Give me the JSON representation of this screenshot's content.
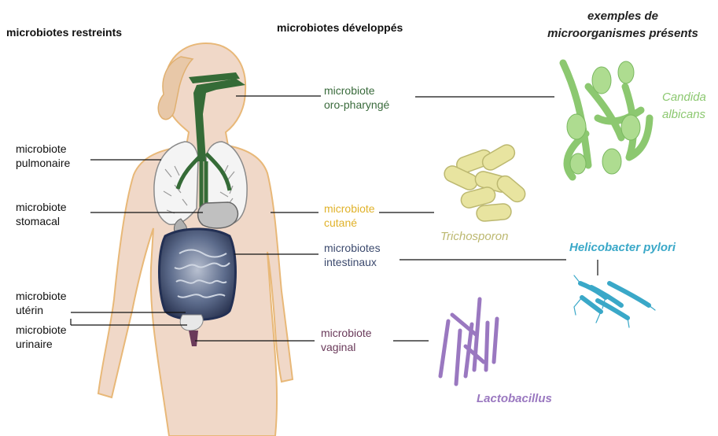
{
  "headers": {
    "restricted": "microbiotes restreints",
    "developed": "microbiotes développés",
    "examples_line1": "exemples de",
    "examples_line2": "microorganismes présents"
  },
  "left_labels": {
    "pulmonary": [
      "microbiote",
      "pulmonaire"
    ],
    "stomach": [
      "microbiote",
      "stomacal"
    ],
    "uterine": [
      "microbiote",
      "utérin"
    ],
    "urinary": [
      "microbiote",
      "urinaire"
    ]
  },
  "middle_labels": {
    "oropharyngeal": [
      "microbiote",
      "oro-pharyngé"
    ],
    "skin": [
      "microbiote",
      "cutané"
    ],
    "intestinal": [
      "microbiotes",
      "intestinaux"
    ],
    "vaginal": [
      "microbiote",
      "vaginal"
    ]
  },
  "species": {
    "candida": [
      "Candida",
      "albicans"
    ],
    "trichosporon": "Trichosporon",
    "helicobacter": "Helicobacter pylori",
    "lactobacillus": "Lactobacillus"
  },
  "colors": {
    "oropharyngeal": "#3a6b3c",
    "skin": "#e0b22a",
    "intestinal": "#3c4a6e",
    "vaginal": "#6a3a5a",
    "candida": "#8cc870",
    "trichosporon": "#bcb870",
    "helicobacter": "#3aa8c8",
    "lactobacillus": "#9a78c0"
  }
}
